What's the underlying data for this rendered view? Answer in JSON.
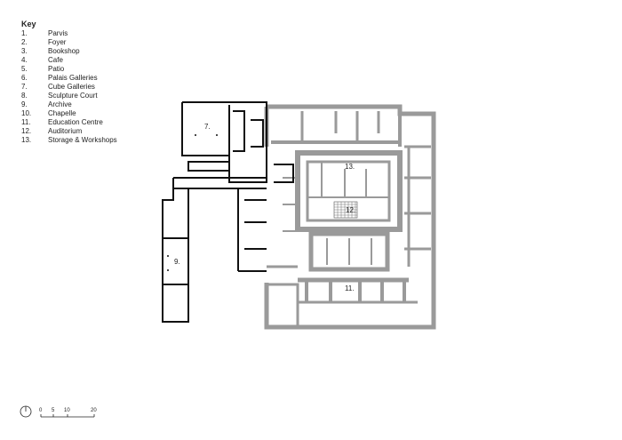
{
  "key": {
    "title": "Key",
    "items": [
      {
        "num": "1.",
        "label": "Parvis"
      },
      {
        "num": "2.",
        "label": "Foyer"
      },
      {
        "num": "3.",
        "label": "Bookshop"
      },
      {
        "num": "4.",
        "label": "Cafe"
      },
      {
        "num": "5.",
        "label": "Patio"
      },
      {
        "num": "6.",
        "label": "Palais Galleries"
      },
      {
        "num": "7.",
        "label": "Cube Galleries"
      },
      {
        "num": "8.",
        "label": "Sculpture Court"
      },
      {
        "num": "9.",
        "label": "Archive"
      },
      {
        "num": "10.",
        "label": "Chapelle"
      },
      {
        "num": "11.",
        "label": "Education Centre"
      },
      {
        "num": "12.",
        "label": "Auditorium"
      },
      {
        "num": "13.",
        "label": "Storage & Workshops"
      }
    ]
  },
  "plan_labels": {
    "cube_galleries": "7.",
    "storage": "13.",
    "auditorium": "12.",
    "archive": "9.",
    "education": "11."
  },
  "scale_bar": {
    "ticks": [
      "0",
      "5",
      "10",
      "20"
    ]
  },
  "colors": {
    "existing_wall": "#9a9a9a",
    "new_wall": "#111111"
  }
}
